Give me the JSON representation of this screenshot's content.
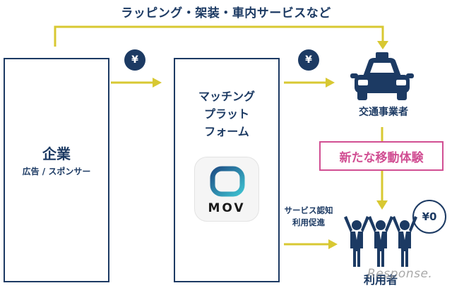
{
  "top_flow": {
    "label": "ラッピング・架装・車内サービスなど"
  },
  "companies": {
    "title": "企業",
    "subtitle": "広告 / スポンサー"
  },
  "payments": {
    "symbol_1": "¥",
    "symbol_2": "¥"
  },
  "platform": {
    "line1": "マッチング",
    "line2": "プラット",
    "line3": "フォーム",
    "app_name": "MOV"
  },
  "operators": {
    "label": "交通事業者"
  },
  "experience": {
    "label": "新たな移動体験"
  },
  "notice": {
    "line1": "サービス認知",
    "line2": "利用促進"
  },
  "users": {
    "label": "利用者",
    "price_badge": "¥0"
  },
  "watermark": {
    "text": "Response."
  },
  "colors": {
    "navy": "#1c3a63",
    "arrow": "#d8c832",
    "accent": "#d14f93"
  },
  "icons": [
    "arrow-icon",
    "yen-icon",
    "taxi-icon",
    "app-icon",
    "people-icon"
  ]
}
